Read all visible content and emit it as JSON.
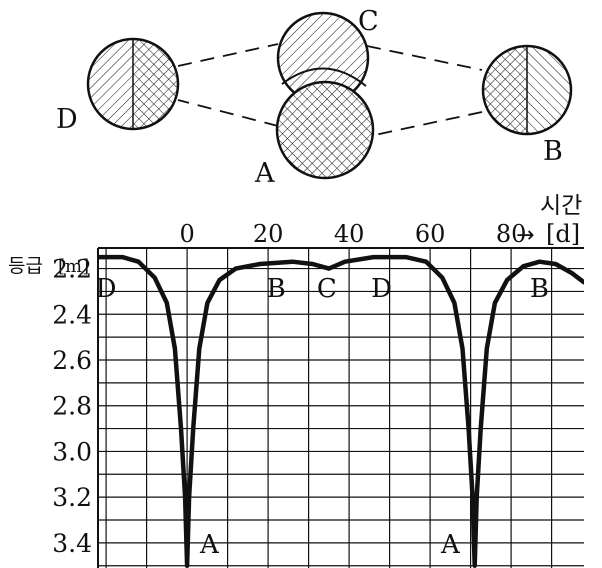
{
  "orbit": {
    "stars": [
      {
        "id": "A",
        "label": "A"
      },
      {
        "id": "B",
        "label": "B"
      },
      {
        "id": "C",
        "label": "C"
      },
      {
        "id": "D",
        "label": "D"
      }
    ]
  },
  "chart_data": {
    "type": "line",
    "xlabel": "시간",
    "xunit": "[d]",
    "x_arrow": "→",
    "ylabel": "등급",
    "yunit": "[m]",
    "xticks": [
      0,
      20,
      40,
      60,
      80
    ],
    "xtick_labels": [
      "0",
      "20",
      "40",
      "60",
      "80"
    ],
    "yticks": [
      2.2,
      2.4,
      2.6,
      2.8,
      3.0,
      3.2,
      3.4
    ],
    "ytick_labels": [
      "2.2",
      "2.4",
      "2.6",
      "2.8",
      "3.0",
      "3.2",
      "3.4"
    ],
    "xlim": [
      -22,
      98
    ],
    "ylim": [
      2.11,
      3.51
    ],
    "y_inverted": true,
    "grid": true,
    "curve": [
      {
        "x": -22,
        "y": 2.15
      },
      {
        "x": -16,
        "y": 2.15
      },
      {
        "x": -12,
        "y": 2.17
      },
      {
        "x": -8,
        "y": 2.24
      },
      {
        "x": -5,
        "y": 2.35
      },
      {
        "x": -3,
        "y": 2.55
      },
      {
        "x": -1.5,
        "y": 2.9
      },
      {
        "x": -0.5,
        "y": 3.2
      },
      {
        "x": 0,
        "y": 3.5
      },
      {
        "x": 0.5,
        "y": 3.2
      },
      {
        "x": 1.5,
        "y": 2.9
      },
      {
        "x": 3,
        "y": 2.55
      },
      {
        "x": 5,
        "y": 2.35
      },
      {
        "x": 8,
        "y": 2.25
      },
      {
        "x": 12,
        "y": 2.2
      },
      {
        "x": 18,
        "y": 2.18
      },
      {
        "x": 26,
        "y": 2.17
      },
      {
        "x": 31,
        "y": 2.18
      },
      {
        "x": 35,
        "y": 2.2
      },
      {
        "x": 39,
        "y": 2.17
      },
      {
        "x": 46,
        "y": 2.15
      },
      {
        "x": 54,
        "y": 2.15
      },
      {
        "x": 59,
        "y": 2.17
      },
      {
        "x": 63,
        "y": 2.24
      },
      {
        "x": 66,
        "y": 2.35
      },
      {
        "x": 68,
        "y": 2.55
      },
      {
        "x": 69.5,
        "y": 2.9
      },
      {
        "x": 70.5,
        "y": 3.2
      },
      {
        "x": 71,
        "y": 3.5
      },
      {
        "x": 71.5,
        "y": 3.2
      },
      {
        "x": 72.5,
        "y": 2.9
      },
      {
        "x": 74,
        "y": 2.55
      },
      {
        "x": 76,
        "y": 2.35
      },
      {
        "x": 79,
        "y": 2.25
      },
      {
        "x": 83,
        "y": 2.19
      },
      {
        "x": 87,
        "y": 2.17
      },
      {
        "x": 91,
        "y": 2.18
      },
      {
        "x": 95,
        "y": 2.22
      },
      {
        "x": 98,
        "y": 2.26
      }
    ],
    "annotations": [
      {
        "text": "D",
        "x": -20,
        "y": 2.28
      },
      {
        "text": "A",
        "x": 5.5,
        "y": 3.4
      },
      {
        "text": "B",
        "x": 22,
        "y": 2.28
      },
      {
        "text": "C",
        "x": 34.5,
        "y": 2.28
      },
      {
        "text": "D",
        "x": 48,
        "y": 2.28
      },
      {
        "text": "A",
        "x": 65,
        "y": 3.4
      },
      {
        "text": "B",
        "x": 87,
        "y": 2.28
      }
    ]
  }
}
